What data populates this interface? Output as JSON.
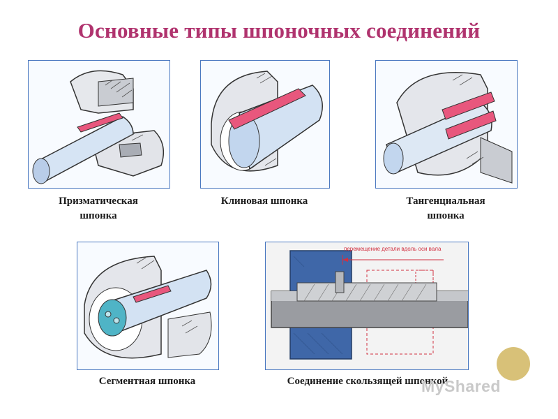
{
  "slide": {
    "title": "Основные типы шпоночных соединений"
  },
  "figures": [
    {
      "caption_line1": "Призматическая",
      "caption_line2": "шпонка"
    },
    {
      "caption_line1": "Клиновая шпонка",
      "caption_line2": ""
    },
    {
      "caption_line1": "Тангенциальная",
      "caption_line2": "шпонка"
    },
    {
      "caption_line1": "Сегментная шпонка",
      "caption_line2": ""
    },
    {
      "caption_line1": "Соединение скользящей шпонкой",
      "caption_line2": "",
      "annotation": "перемещение детали вдоль оси вала"
    }
  ],
  "watermark": {
    "text": "MyShared"
  },
  "colors": {
    "title": "#b0336e",
    "frame_border": "#4a78c0",
    "key": "#e8577d",
    "hub_blue": "#3f67a8"
  }
}
